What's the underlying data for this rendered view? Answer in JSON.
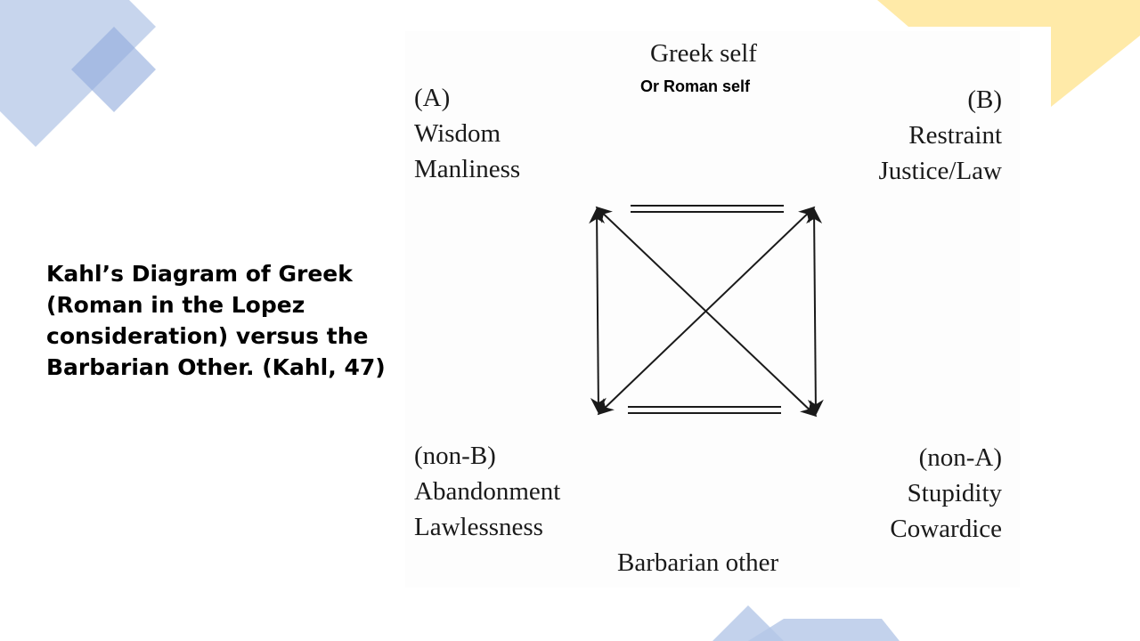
{
  "slide": {
    "caption_lines": [
      "Kahl’s Diagram of Greek",
      "(Roman in the Lopez",
      "consideration) versus the",
      "Barbarian Other. (Kahl, 47)"
    ]
  },
  "diagram": {
    "top_title": "Greek self",
    "top_subtitle": "Or Roman self",
    "bottom_title": "Barbarian other",
    "corner_a": {
      "tag": "(A)",
      "lines": [
        "Wisdom",
        "Manliness"
      ]
    },
    "corner_b": {
      "tag": "(B)",
      "lines": [
        "Restraint",
        "Justice/Law"
      ]
    },
    "corner_non_b": {
      "tag": "(non-B)",
      "lines": [
        "Abandonment",
        "Lawlessness"
      ]
    },
    "corner_non_a": {
      "tag": "(non-A)",
      "lines": [
        "Stupidity",
        "Cowardice"
      ]
    }
  },
  "colors": {
    "deco_blue": "#b4c7e7",
    "deco_blue_dark": "#8faadc",
    "deco_yellow": "#ffe699",
    "ink": "#1a1a1a"
  }
}
